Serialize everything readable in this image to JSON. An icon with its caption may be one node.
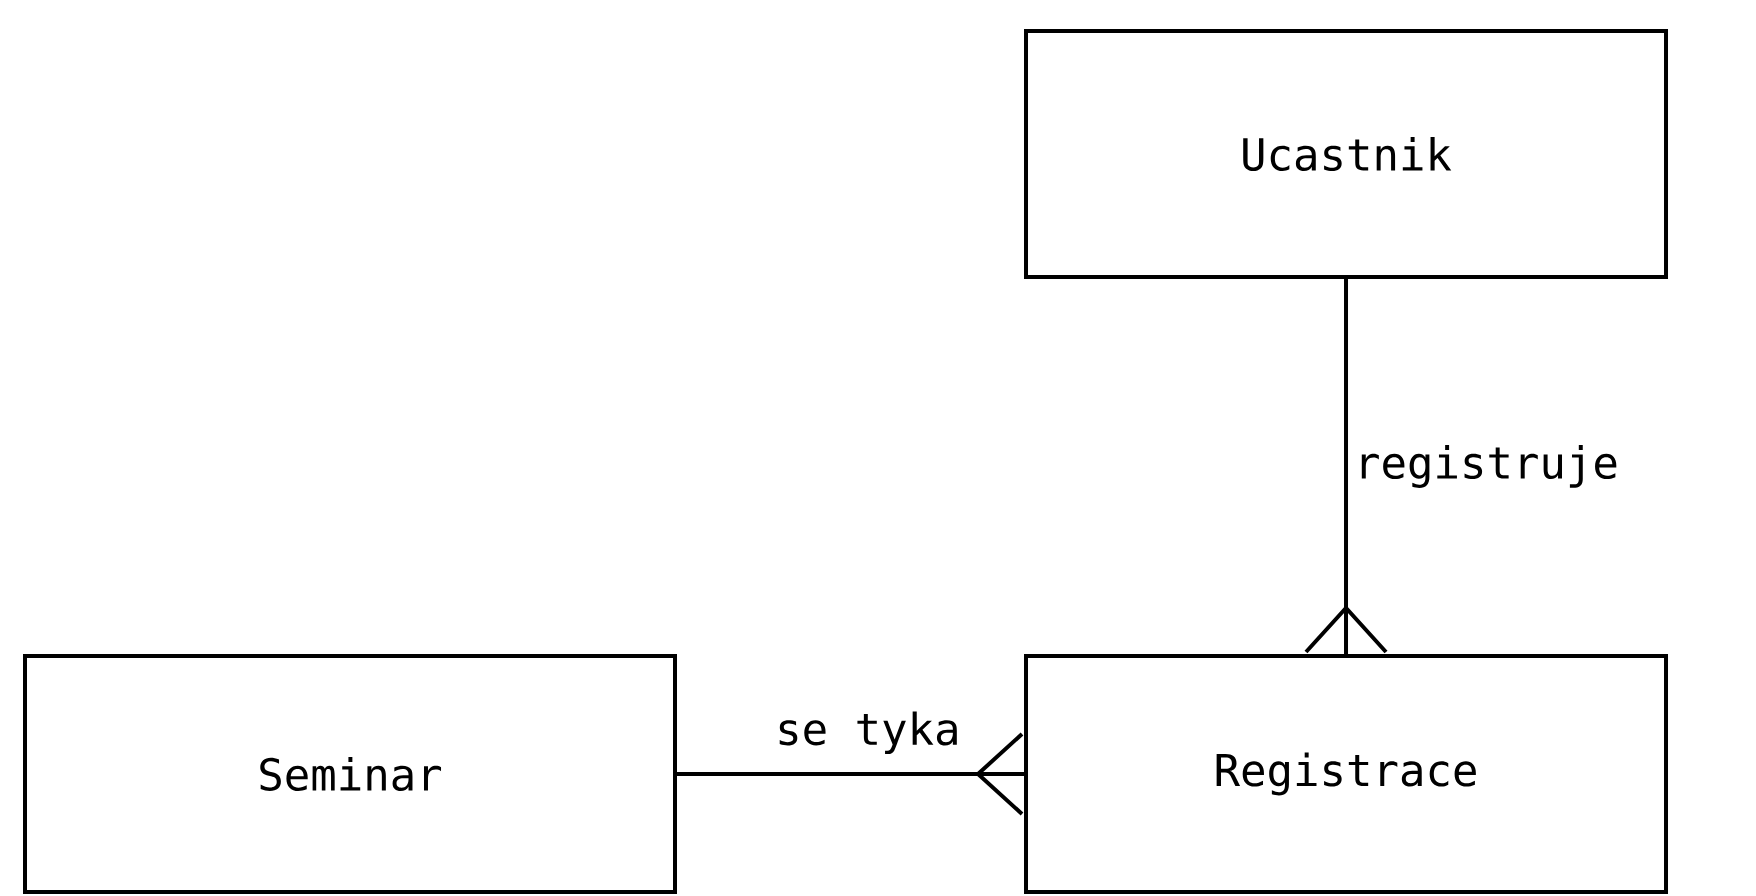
{
  "diagram": {
    "nodes": [
      {
        "text": [
          "Ucastnik"
        ]
      },
      {
        "text": [
          "Seminar"
        ]
      },
      {
        "text": [
          "Registrace"
        ]
      }
    ],
    "edges": [
      {
        "from": 0,
        "to": 2,
        "arrow": "other",
        "label": "registruje"
      },
      {
        "from": 1,
        "to": 2,
        "arrow": "other",
        "label": "se tyka"
      }
    ]
  }
}
